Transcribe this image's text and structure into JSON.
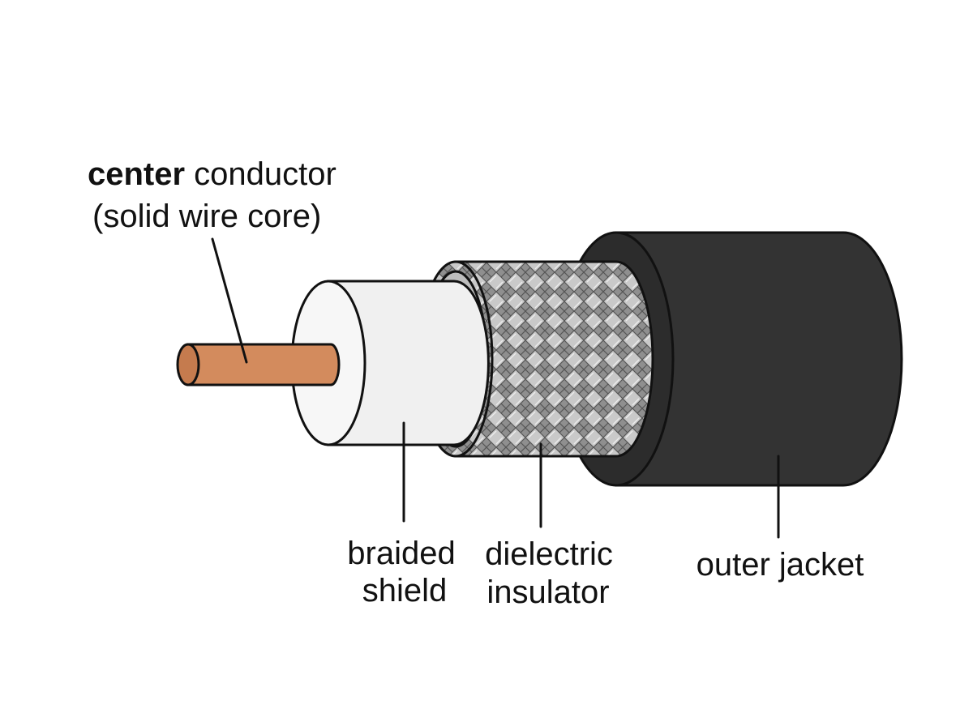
{
  "labels": {
    "center_conductor": {
      "emphasis": "center",
      "rest": " conductor",
      "line2": "(solid wire core)"
    },
    "braided_shield": {
      "line1": "braided",
      "line2": "shield"
    },
    "dielectric_insulator": {
      "line1": "dielectric",
      "line2": "insulator"
    },
    "outer_jacket": {
      "line1": "outer jacket"
    }
  },
  "colors": {
    "copper": "#d38b5d",
    "insulator_white": "#f2f2f2",
    "braid_gray": "#9a9a9a",
    "braid_highlight": "#c8c8c8",
    "jacket_black": "#333333",
    "outline": "#111111"
  }
}
